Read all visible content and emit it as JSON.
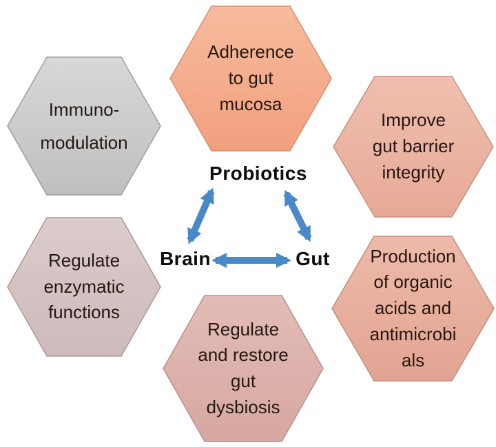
{
  "center": {
    "probiotics_label": "Probiotics",
    "brain_label": "Brain",
    "gut_label": "Gut",
    "arrow_color": "#4a89c8",
    "arrows": [
      {
        "from": "Probiotics",
        "to": "Brain",
        "bidirectional": true
      },
      {
        "from": "Probiotics",
        "to": "Gut",
        "bidirectional": true
      },
      {
        "from": "Brain",
        "to": "Gut",
        "bidirectional": true
      }
    ]
  },
  "hexagons": [
    {
      "id": "adherence",
      "position": "top-center",
      "fill": "#f4a885",
      "text": "Adherence\nto gut\nmucosa"
    },
    {
      "id": "immunomodulation",
      "position": "top-left",
      "fill": "#cccccc",
      "text": "Immuno-\nmodulation"
    },
    {
      "id": "gut-barrier",
      "position": "top-right",
      "fill": "#ebb2a0",
      "text": "Improve\ngut barrier\nintegrity"
    },
    {
      "id": "enzymatic",
      "position": "middle-left",
      "fill": "#d5c3c3",
      "text": "Regulate\nenzymatic\nfunctions"
    },
    {
      "id": "dysbiosis",
      "position": "bottom-center",
      "fill": "#dcaea8",
      "text": "Regulate\nand restore\ngut\ndysbiosis"
    },
    {
      "id": "production",
      "position": "bottom-right",
      "fill": "#e7ae9c",
      "text": "Production\nof organic\nacids and\nantimicrobi\nals"
    }
  ]
}
